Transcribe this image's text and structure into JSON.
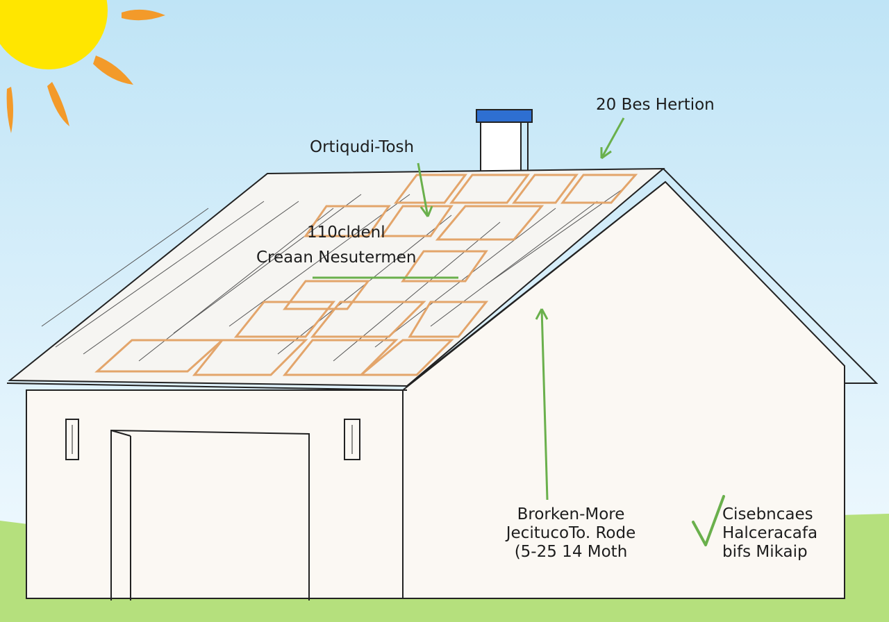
{
  "labels": {
    "top_right": "20 Bes Hertion",
    "roof_top": "Ortiqudi-Tosh",
    "roof_mid1": "110cldenl",
    "roof_mid2": "Creaan Nesutermen",
    "wall_block": [
      "Brorken-More",
      "JecitucoTo. Rode",
      "(5-25 14 Moth"
    ],
    "right_block": [
      "Cisebncaes",
      "Halceracafa",
      "bifs Mikaip"
    ]
  },
  "icons": [
    "sun-icon",
    "checkmark-icon",
    "chimney",
    "solar-panel",
    "arrow-icon"
  ],
  "colors": {
    "sky_top": "#bfe4f6",
    "sky_bottom": "#f4fbff",
    "sun": "#ffe600",
    "sun_rays": "#f39a2a",
    "arrow": "#6ab04c",
    "panel_frame": "#e3a56b",
    "chimney_cap": "#2e6fd1",
    "grass": "#b5e07d"
  }
}
